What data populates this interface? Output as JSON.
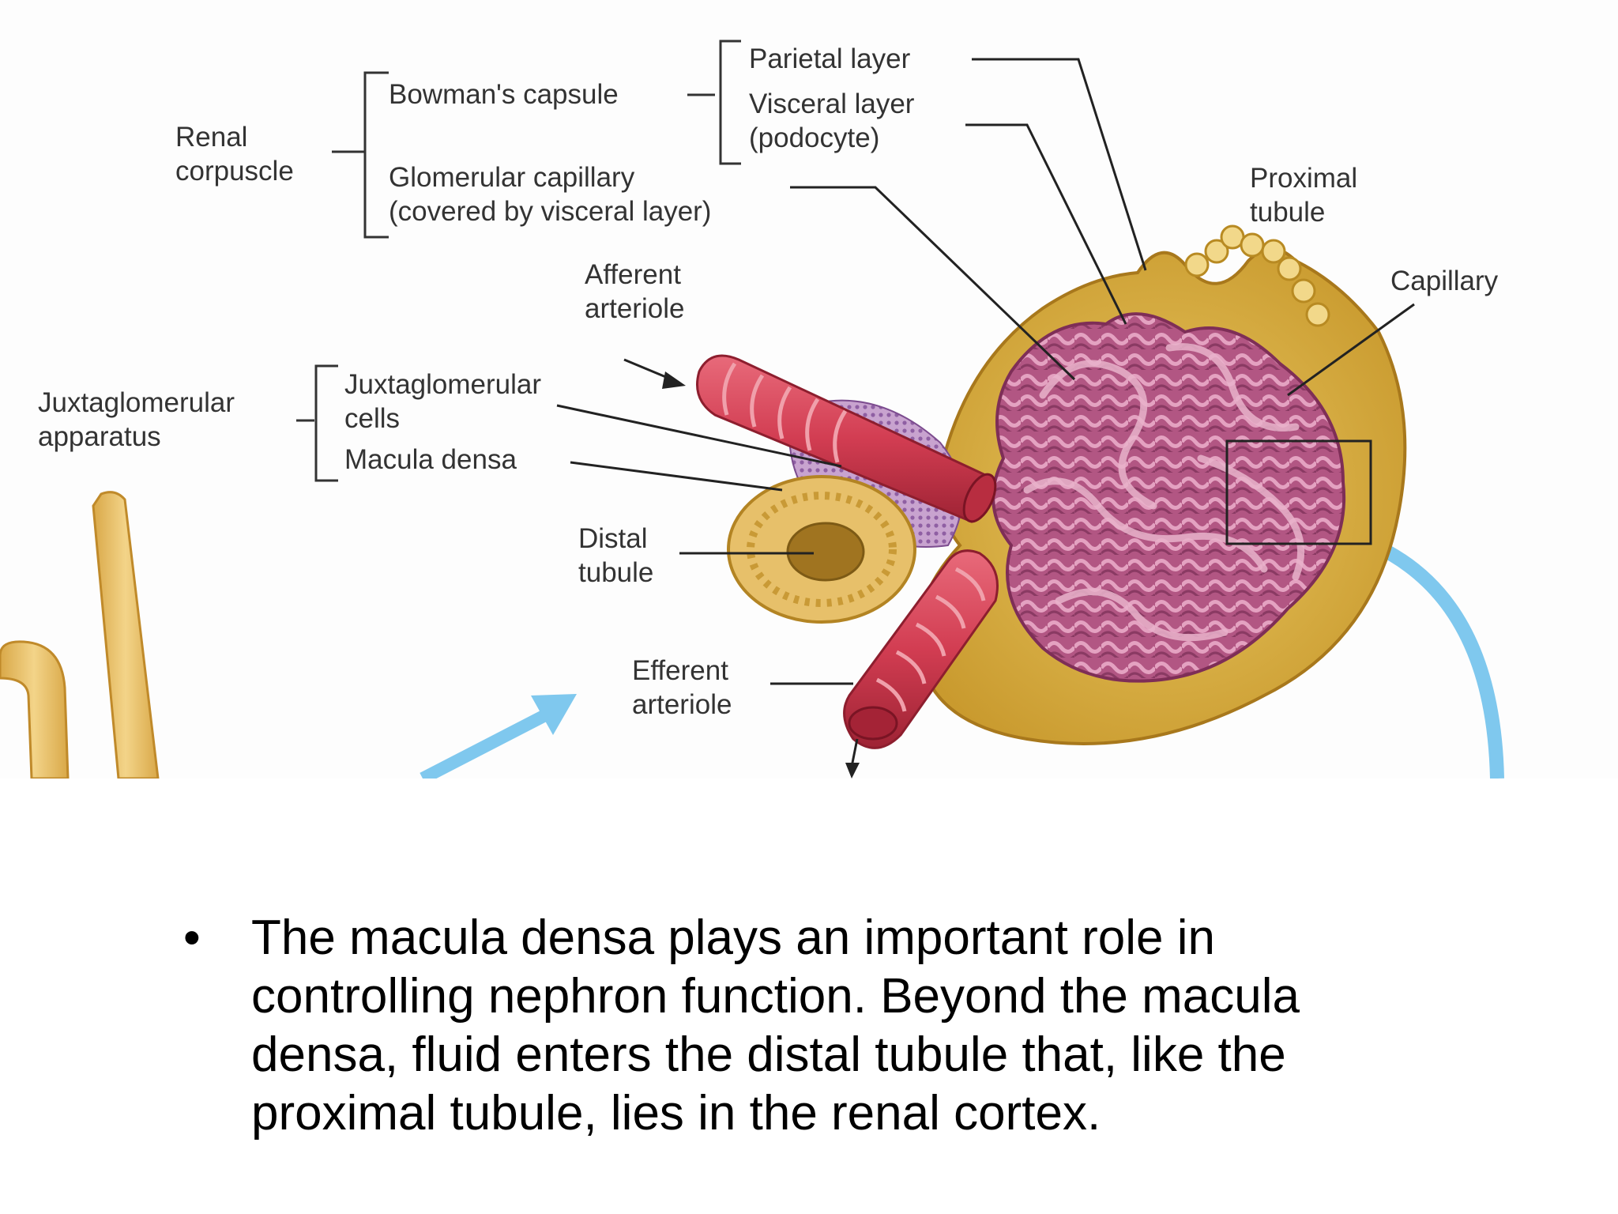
{
  "diagram": {
    "labels": {
      "renal_corpuscle": [
        "Renal",
        "corpuscle"
      ],
      "bowmans_capsule": "Bowman's capsule",
      "parietal_layer": "Parietal layer",
      "visceral_layer": [
        "Visceral layer",
        "(podocyte)"
      ],
      "glomerular_capillary": [
        "Glomerular capillary",
        "(covered by visceral layer)"
      ],
      "proximal_tubule": [
        "Proximal",
        "tubule"
      ],
      "capillary": "Capillary",
      "afferent_arteriole": [
        "Afferent",
        "arteriole"
      ],
      "juxtaglomerular_apparatus": [
        "Juxtaglomerular",
        "apparatus"
      ],
      "juxtaglomerular_cells": [
        "Juxtaglomerular",
        "cells"
      ],
      "macula_densa": "Macula densa",
      "distal_tubule": [
        "Distal",
        "tubule"
      ],
      "efferent_arteriole": [
        "Efferent",
        "arteriole"
      ]
    },
    "colors": {
      "capsule": "#d9b24a",
      "capsule_edge": "#b88a22",
      "glomerulus": "#b85a86",
      "glomerulus_light": "#dd93b4",
      "arteriole": "#d8455a",
      "arteriole_dark": "#a62535",
      "tubule": "#e7c06a",
      "tubule_inner": "#c99a36",
      "arrow_blue": "#78c7ee",
      "leader": "#222222"
    }
  },
  "body": {
    "bullet_symbol": "•",
    "bullet_text": "The macula densa plays an important role in controlling nephron function. Beyond the macula densa, fluid enters the distal tubule that, like the proximal tubule, lies in the renal cortex."
  }
}
